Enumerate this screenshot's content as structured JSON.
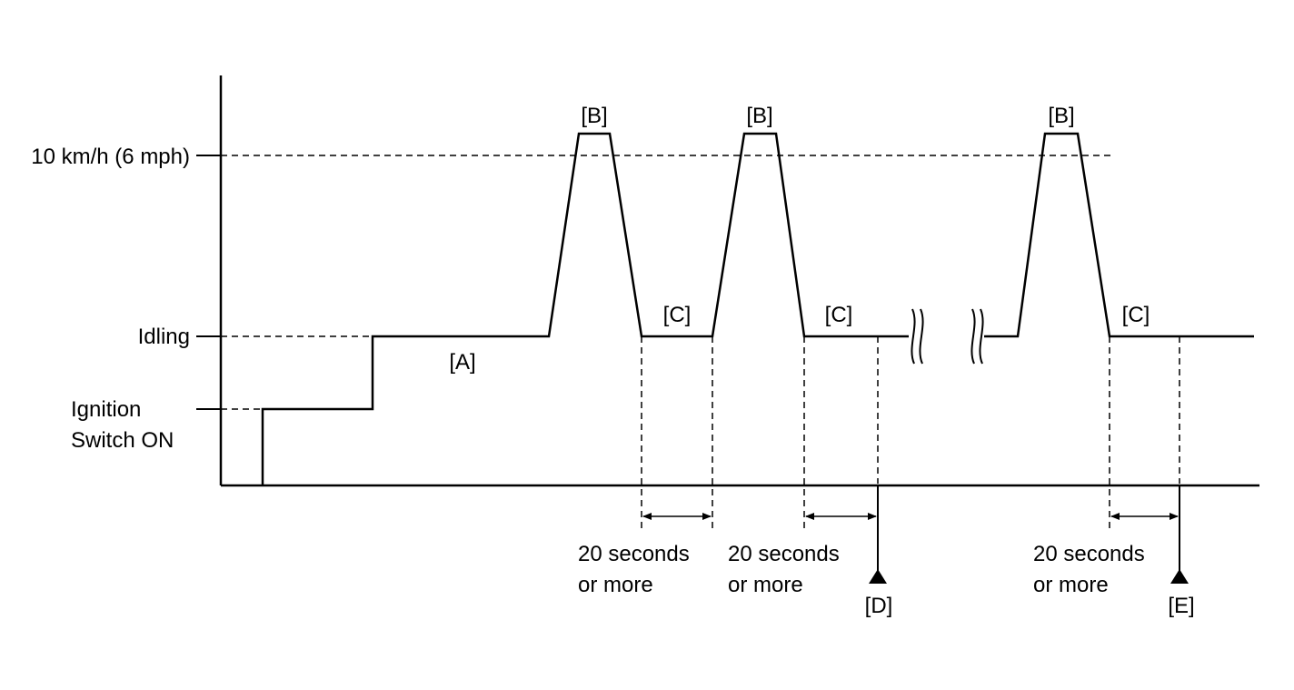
{
  "colors": {
    "line": "#000000",
    "background": "#ffffff"
  },
  "y_axis": {
    "speed_label": "10 km/h (6 mph)",
    "idling_label": "Idling",
    "ignition_label_line1": "Ignition",
    "ignition_label_line2": "Switch ON"
  },
  "labels": {
    "a": "[A]",
    "b": "[B]",
    "c": "[C]",
    "d": "[D]",
    "e": "[E]"
  },
  "durations": [
    {
      "line1": "20 seconds",
      "line2": "or more"
    },
    {
      "line1": "20 seconds",
      "line2": "or more"
    },
    {
      "line1": "20 seconds",
      "line2": "or more"
    }
  ]
}
